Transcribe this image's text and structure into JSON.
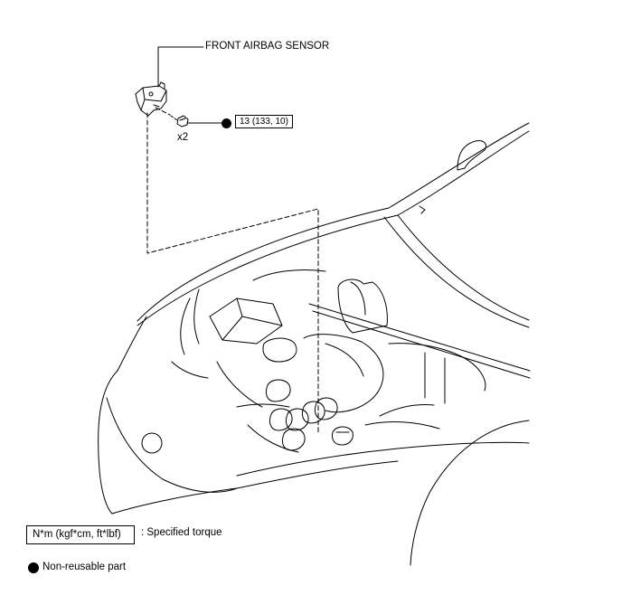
{
  "callout": {
    "part_name": "FRONT AIRBAG SENSOR",
    "bolt_quantity": "x2",
    "torque_value": "13 (133, 10)"
  },
  "legend": {
    "torque_unit_box": "N*m (kgf*cm, ft*lbf)",
    "torque_desc": ": Specified torque",
    "nonreusable_desc": "Non-reusable part"
  }
}
